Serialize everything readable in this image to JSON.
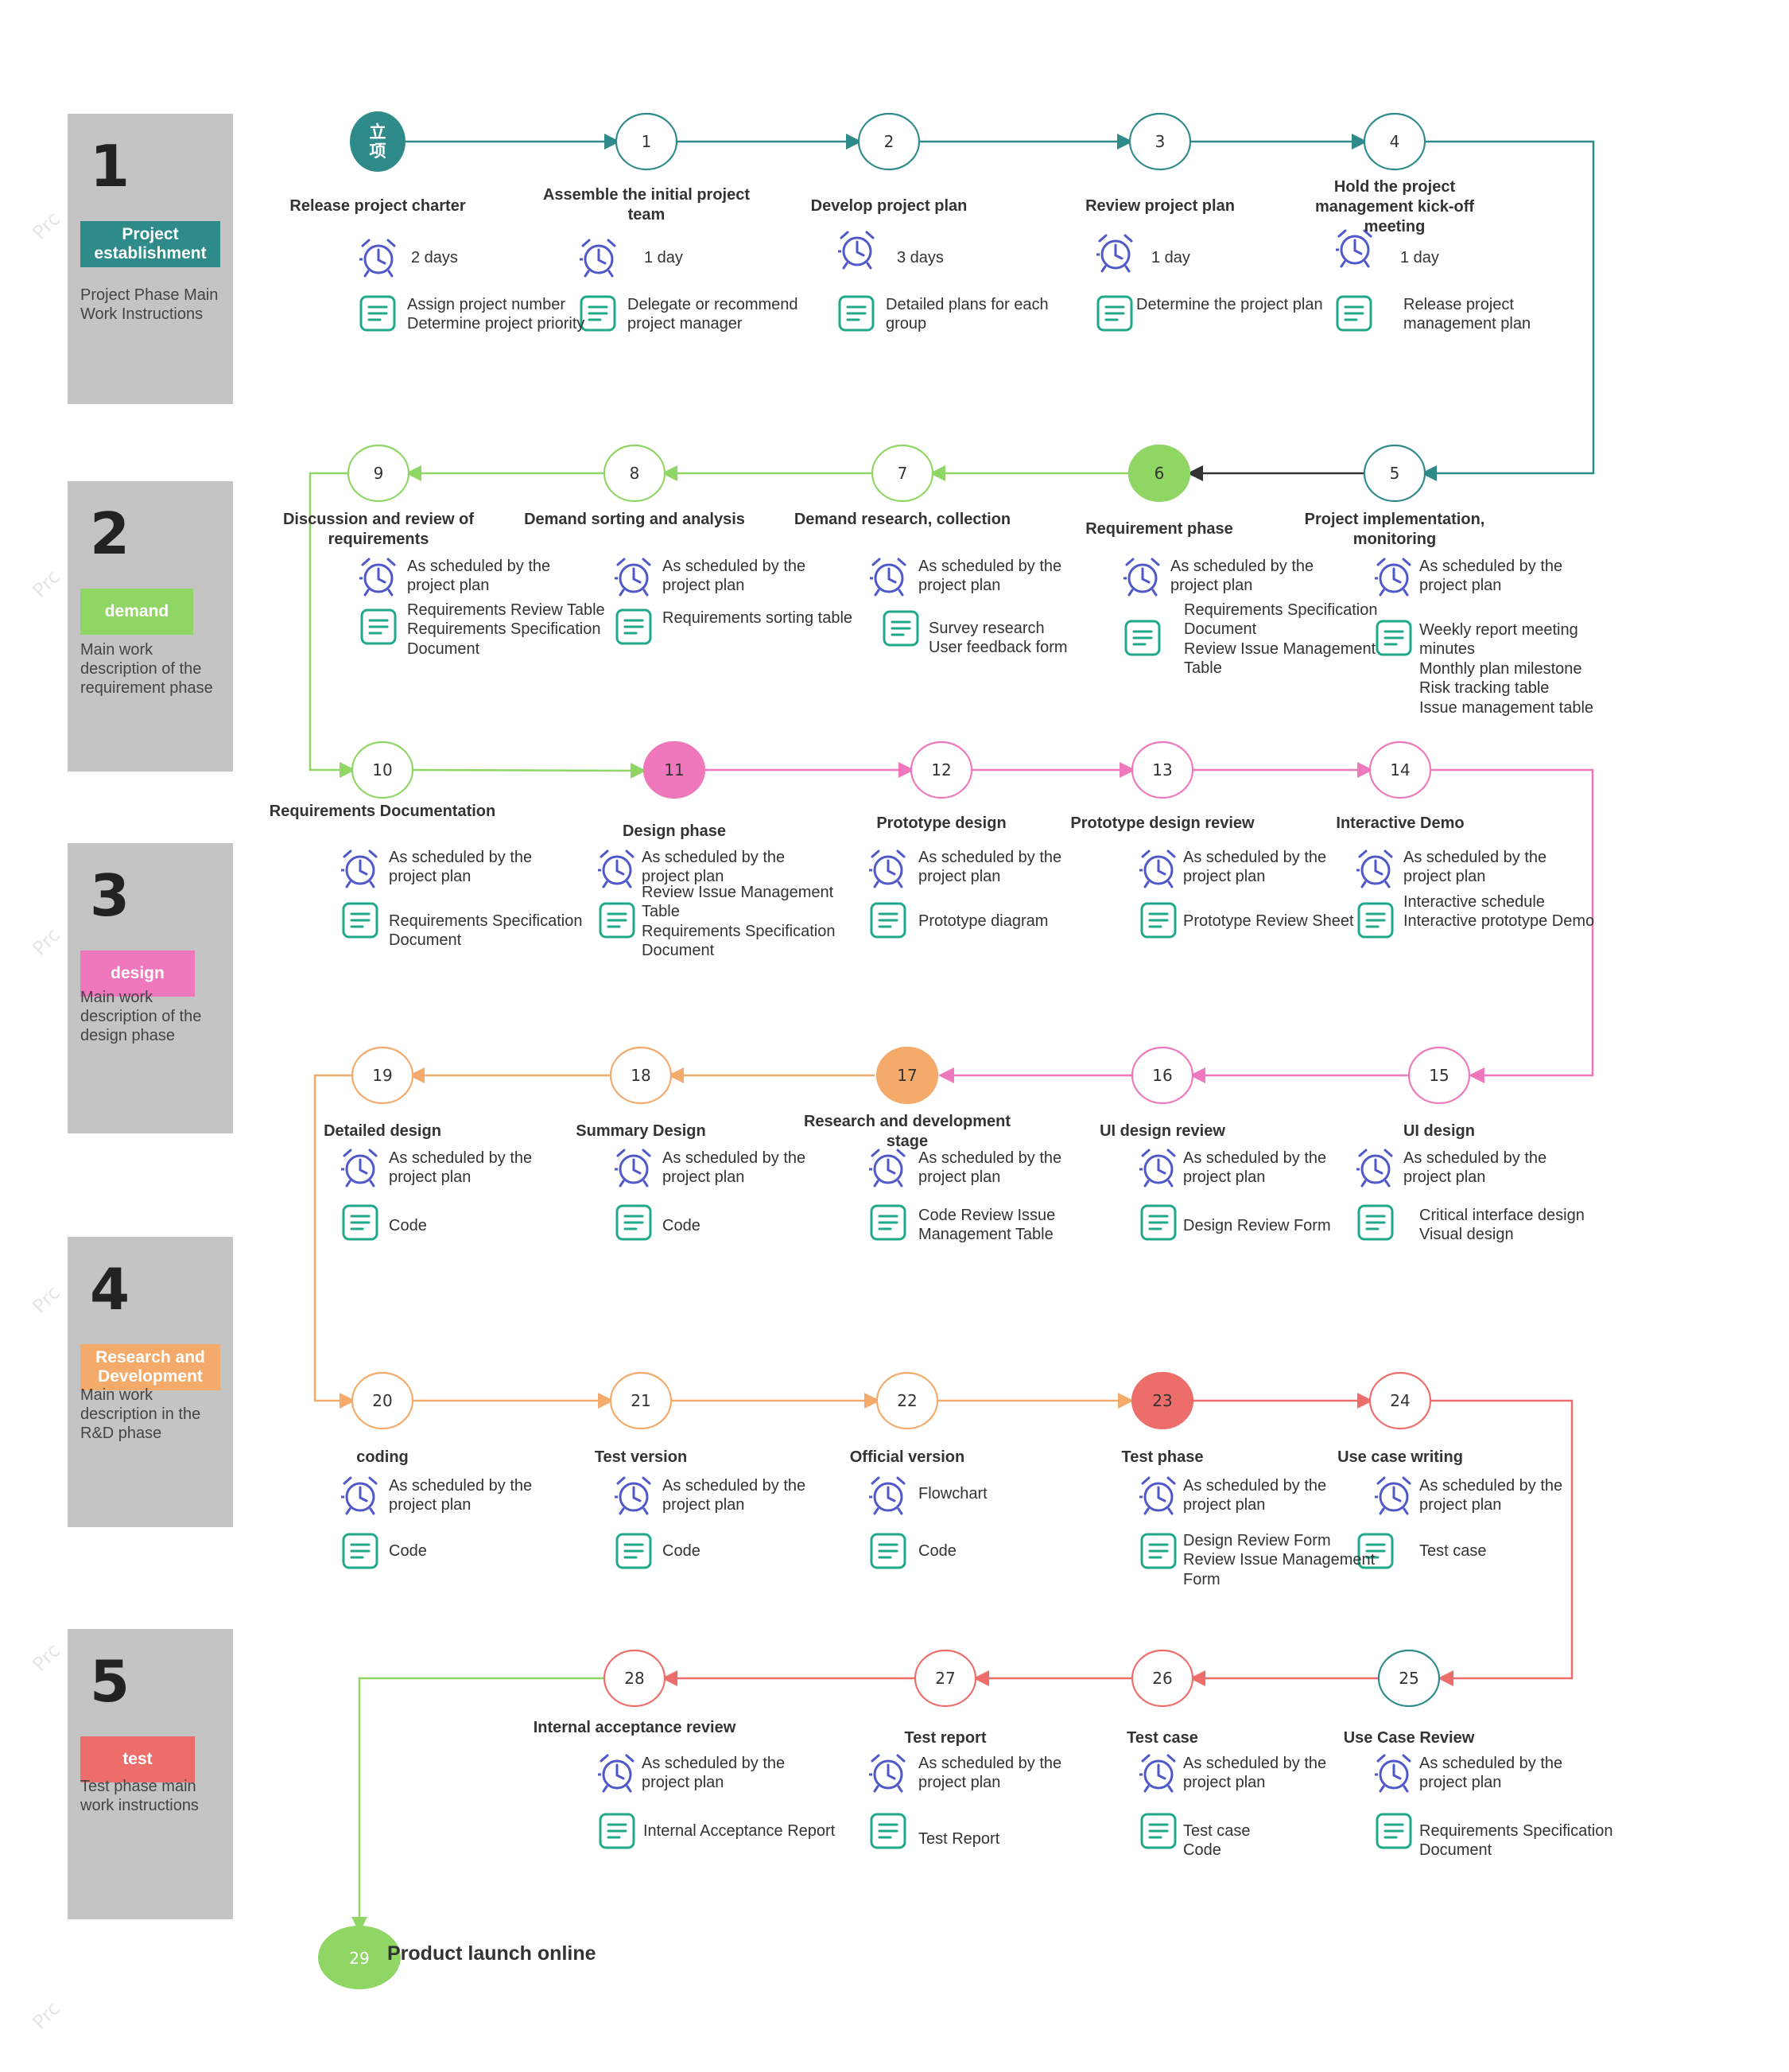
{
  "phases": [
    {
      "num": "1",
      "tag": "Project establishment",
      "color": "#2e8b8a",
      "desc": "Project Phase Main Work Instructions"
    },
    {
      "num": "2",
      "tag": "demand",
      "color": "#8fd664",
      "desc": "Main work description of the requirement phase"
    },
    {
      "num": "3",
      "tag": "design",
      "color": "#ee78bb",
      "desc": "Main work description of the design phase"
    },
    {
      "num": "4",
      "tag": "Research and Development",
      "color": "#f3aa6a",
      "desc": "Main work description in the R&D phase"
    },
    {
      "num": "5",
      "tag": "test",
      "color": "#ec6d6a",
      "desc": "Test phase main work instructions"
    }
  ],
  "watermark": "Prc",
  "nodes": [
    {
      "id": "立\n项",
      "title": "Release project charter",
      "time": "2 days",
      "doc": "Assign project number\nDetermine project priority",
      "filled": true,
      "color": "#2e8b8a"
    },
    {
      "id": "1",
      "title": "Assemble the initial project team",
      "time": "1 day",
      "doc": "Delegate or recommend project manager",
      "color": "#2e8b8a"
    },
    {
      "id": "2",
      "title": "Develop project plan",
      "time": "3 days",
      "doc": "Detailed plans for each group",
      "color": "#2e8b8a"
    },
    {
      "id": "3",
      "title": "Review project plan",
      "time": "1 day",
      "doc": "Determine the project plan",
      "color": "#2e8b8a"
    },
    {
      "id": "4",
      "title": "Hold the project management kick-off meeting",
      "time": "1 day",
      "doc": "Release project management plan",
      "color": "#2e8b8a"
    },
    {
      "id": "5",
      "title": "Project implementation, monitoring",
      "time": "As scheduled by the project plan",
      "doc": "Weekly report meeting minutes\nMonthly plan milestone\nRisk tracking table\nIssue management table",
      "color": "#2e8b8a"
    },
    {
      "id": "6",
      "title": "Requirement phase",
      "time": "As scheduled by the project plan",
      "doc": "Requirements Specification Document\nReview Issue Management Table",
      "filled": true,
      "color": "#8fd664"
    },
    {
      "id": "7",
      "title": "Demand research, collection",
      "time": "As scheduled by the project plan",
      "doc": "Survey research\nUser feedback form",
      "color": "#8fd664"
    },
    {
      "id": "8",
      "title": "Demand sorting and analysis",
      "time": "As scheduled by the project plan",
      "doc": "Requirements sorting table",
      "color": "#8fd664"
    },
    {
      "id": "9",
      "title": "Discussion and review of requirements",
      "time": "As scheduled by the project plan",
      "doc": "Requirements Review Table\nRequirements Specification Document",
      "color": "#8fd664"
    },
    {
      "id": "10",
      "title": "Requirements Documentation",
      "time": "As scheduled by the project plan",
      "doc": "Requirements Specification Document",
      "color": "#8fd664"
    },
    {
      "id": "11",
      "title": "Design phase",
      "time": "As scheduled by the project plan",
      "doc": "Review Issue Management Table\nRequirements Specification Document",
      "filled": true,
      "color": "#ee78bb"
    },
    {
      "id": "12",
      "title": "Prototype design",
      "time": "As scheduled by the project plan",
      "doc": "Prototype diagram",
      "color": "#ee78bb"
    },
    {
      "id": "13",
      "title": "Prototype design review",
      "time": "As scheduled by the project plan",
      "doc": "Prototype Review Sheet",
      "color": "#ee78bb"
    },
    {
      "id": "14",
      "title": "Interactive Demo",
      "time": "As scheduled by the project plan",
      "doc": "Interactive schedule\nInteractive prototype Demo",
      "color": "#ee78bb"
    },
    {
      "id": "15",
      "title": "UI design",
      "time": "As scheduled by the project plan",
      "doc": "Critical interface design\nVisual design",
      "color": "#ee78bb"
    },
    {
      "id": "16",
      "title": "UI design review",
      "time": "As scheduled by the project plan",
      "doc": "Design Review Form",
      "color": "#ee78bb"
    },
    {
      "id": "17",
      "title": "Research and development stage",
      "time": "As scheduled by the project plan",
      "doc": "Code Review Issue Management Table",
      "filled": true,
      "color": "#f3aa6a"
    },
    {
      "id": "18",
      "title": "Summary Design",
      "time": "As scheduled by the project plan",
      "doc": "Code",
      "color": "#f3aa6a"
    },
    {
      "id": "19",
      "title": "Detailed design",
      "time": "As scheduled by the project plan",
      "doc": "Code",
      "color": "#f3aa6a"
    },
    {
      "id": "20",
      "title": "coding",
      "time": "As scheduled by the project plan",
      "doc": "Code",
      "color": "#f3aa6a"
    },
    {
      "id": "21",
      "title": "Test version",
      "time": "As scheduled by the project plan",
      "doc": "Code",
      "color": "#f3aa6a"
    },
    {
      "id": "22",
      "title": "Official version",
      "time": "Flowchart",
      "doc": "Code",
      "color": "#f3aa6a"
    },
    {
      "id": "23",
      "title": "Test phase",
      "time": "As scheduled by the project plan",
      "doc": "Design Review Form\nReview Issue Management Form",
      "filled": true,
      "color": "#ec6d6a"
    },
    {
      "id": "24",
      "title": "Use case writing",
      "time": "As scheduled by the project plan",
      "doc": "Test case",
      "color": "#ec6d6a"
    },
    {
      "id": "25",
      "title": "Use Case Review",
      "time": "As scheduled by the project plan",
      "doc": "Requirements Specification Document",
      "color": "#2e8b8a"
    },
    {
      "id": "26",
      "title": "Test case",
      "time": "As scheduled by the project plan",
      "doc": "Test case\nCode",
      "color": "#ec6d6a"
    },
    {
      "id": "27",
      "title": "Test report",
      "time": "As scheduled by the project plan",
      "doc": "Test Report",
      "color": "#ec6d6a"
    },
    {
      "id": "28",
      "title": "Internal acceptance review",
      "time": "As scheduled by the project plan",
      "doc": "Internal Acceptance Report",
      "color": "#ec6d6a"
    }
  ],
  "launch": {
    "id": "29",
    "title": "Product launch online",
    "color": "#8fd664"
  },
  "colors": {
    "clock": "#4f58c8",
    "doc": "#1fa98a",
    "phase6_link": "#333333"
  }
}
